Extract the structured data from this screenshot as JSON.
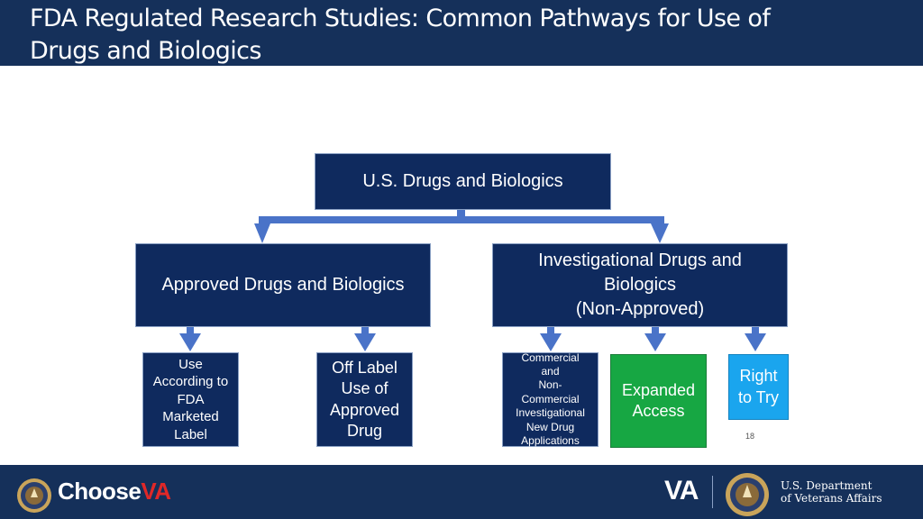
{
  "title": "FDA Regulated Research Studies:  Common Pathways for Use of Drugs and Biologics",
  "diagram": {
    "root": "U.S. Drugs and Biologics",
    "approved": "Approved Drugs and Biologics",
    "investigational_line1": "Investigational Drugs and",
    "investigational_line2": "Biologics",
    "investigational_line3": "(Non-Approved)",
    "leaf_use": [
      "Use",
      "According to",
      "FDA",
      "Marketed",
      "Label"
    ],
    "leaf_offlabel": [
      "Off Label",
      "Use of",
      "Approved",
      "Drug"
    ],
    "leaf_commercial": [
      "Commercial",
      "and",
      "Non-",
      "Commercial",
      "Investigational",
      "New Drug",
      "Applications"
    ],
    "leaf_expanded": [
      "Expanded",
      "Access"
    ],
    "leaf_right": [
      "Right",
      "to Try"
    ]
  },
  "page_number": "18",
  "footer": {
    "brand_choose": "Choose",
    "brand_va": "VA",
    "va_mark": "VA",
    "dept_line1": "U.S. Department",
    "dept_line2": "of Veterans Affairs"
  },
  "colors": {
    "header": "#15305a",
    "box_navy": "#0f2a5e",
    "arrow": "#4a73c8",
    "expanded_green": "#17a743",
    "right_to_try_blue": "#1aa5ee"
  }
}
